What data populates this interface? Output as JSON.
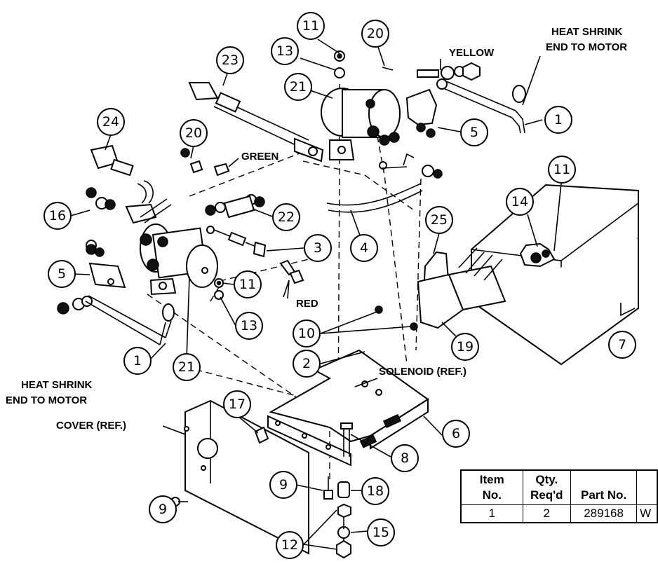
{
  "labels": {
    "heat_shrink_top_1": "HEAT SHRINK",
    "heat_shrink_top_2": "END TO MOTOR",
    "yellow": "YELLOW",
    "green": "GREEN",
    "red": "RED",
    "heat_shrink_left_1": "HEAT SHRINK",
    "heat_shrink_left_2": "END TO MOTOR",
    "cover_ref": "COVER (REF.)",
    "solenoid_ref": "SOLENOID (REF.)"
  },
  "callouts": [
    "11",
    "20",
    "13",
    "23",
    "21",
    "1",
    "5",
    "24",
    "20",
    "11",
    "16",
    "22",
    "3",
    "4",
    "25",
    "14",
    "5",
    "11",
    "13",
    "10",
    "21",
    "1",
    "19",
    "7",
    "2",
    "17",
    "6",
    "8",
    "9",
    "18",
    "9",
    "15",
    "12"
  ],
  "table": {
    "headers": [
      {
        "line1": "Item",
        "line2": "No."
      },
      {
        "line1": "Qty.",
        "line2": "Req'd"
      },
      {
        "line1": "",
        "line2": "Part No."
      },
      {
        "line1": "",
        "line2": ""
      }
    ],
    "rows": [
      {
        "item": "1",
        "qty": "2",
        "part": "289168",
        "desc": "W"
      }
    ]
  }
}
